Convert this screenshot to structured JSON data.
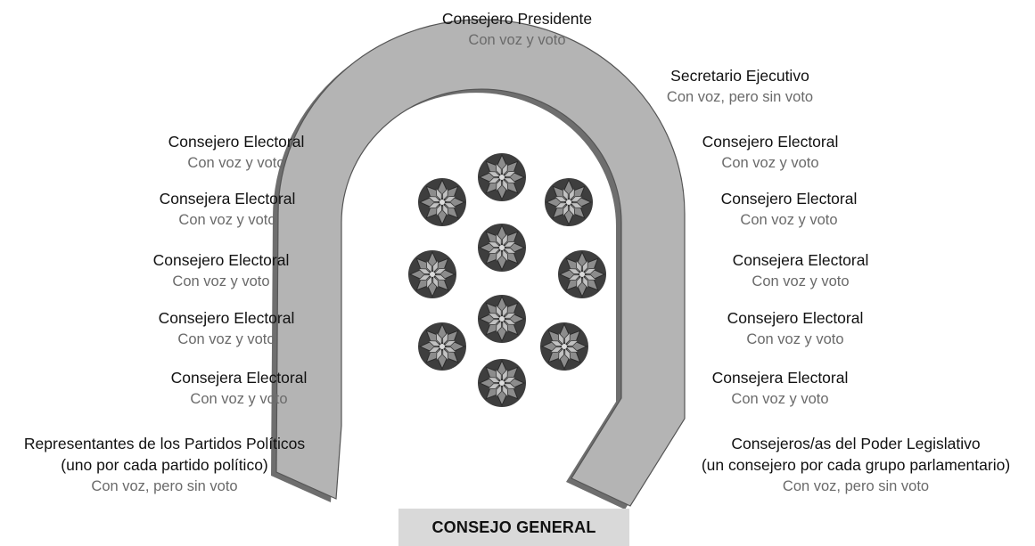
{
  "title": "CONSEJO GENERAL",
  "labels": {
    "presidente": {
      "role": "Consejero Presidente",
      "vote": "Con voz y voto"
    },
    "secretario": {
      "role": "Secretario Ejecutivo",
      "vote": "Con voz, pero sin voto"
    },
    "left": [
      {
        "role": "Consejero Electoral",
        "vote": "Con voz y voto"
      },
      {
        "role": "Consejera Electoral",
        "vote": "Con voz y voto"
      },
      {
        "role": "Consejero Electoral",
        "vote": "Con voz y voto"
      },
      {
        "role": "Consejero Electoral",
        "vote": "Con voz y voto"
      },
      {
        "role": "Consejera Electoral",
        "vote": "Con voz y voto"
      }
    ],
    "right": [
      {
        "role": "Consejero Electoral",
        "vote": "Con voz y voto"
      },
      {
        "role": "Consejero Electoral",
        "vote": "Con voz y voto"
      },
      {
        "role": "Consejera Electoral",
        "vote": "Con voz y voto"
      },
      {
        "role": "Consejero Electoral",
        "vote": "Con voz y voto"
      },
      {
        "role": "Consejera Electoral",
        "vote": "Con voz y voto"
      }
    ],
    "partidos": {
      "role": "Representantes de los Partidos Políticos",
      "role2": "(uno por cada partido político)",
      "vote": "Con voz, pero sin voto"
    },
    "legislativo": {
      "role": "Consejeros/as del Poder Legislativo",
      "role2": "(un consejero por cada grupo parlamentario)",
      "vote": "Con voz, pero sin voto"
    }
  },
  "icons": {
    "table": "horseshoe-table-icon",
    "plant": "plant-icon"
  },
  "colors": {
    "table_fill": "#b4b4b4",
    "table_shadow": "#6e6e6e",
    "banner": "#d9d9d9",
    "muted_text": "#6a6a6a"
  }
}
